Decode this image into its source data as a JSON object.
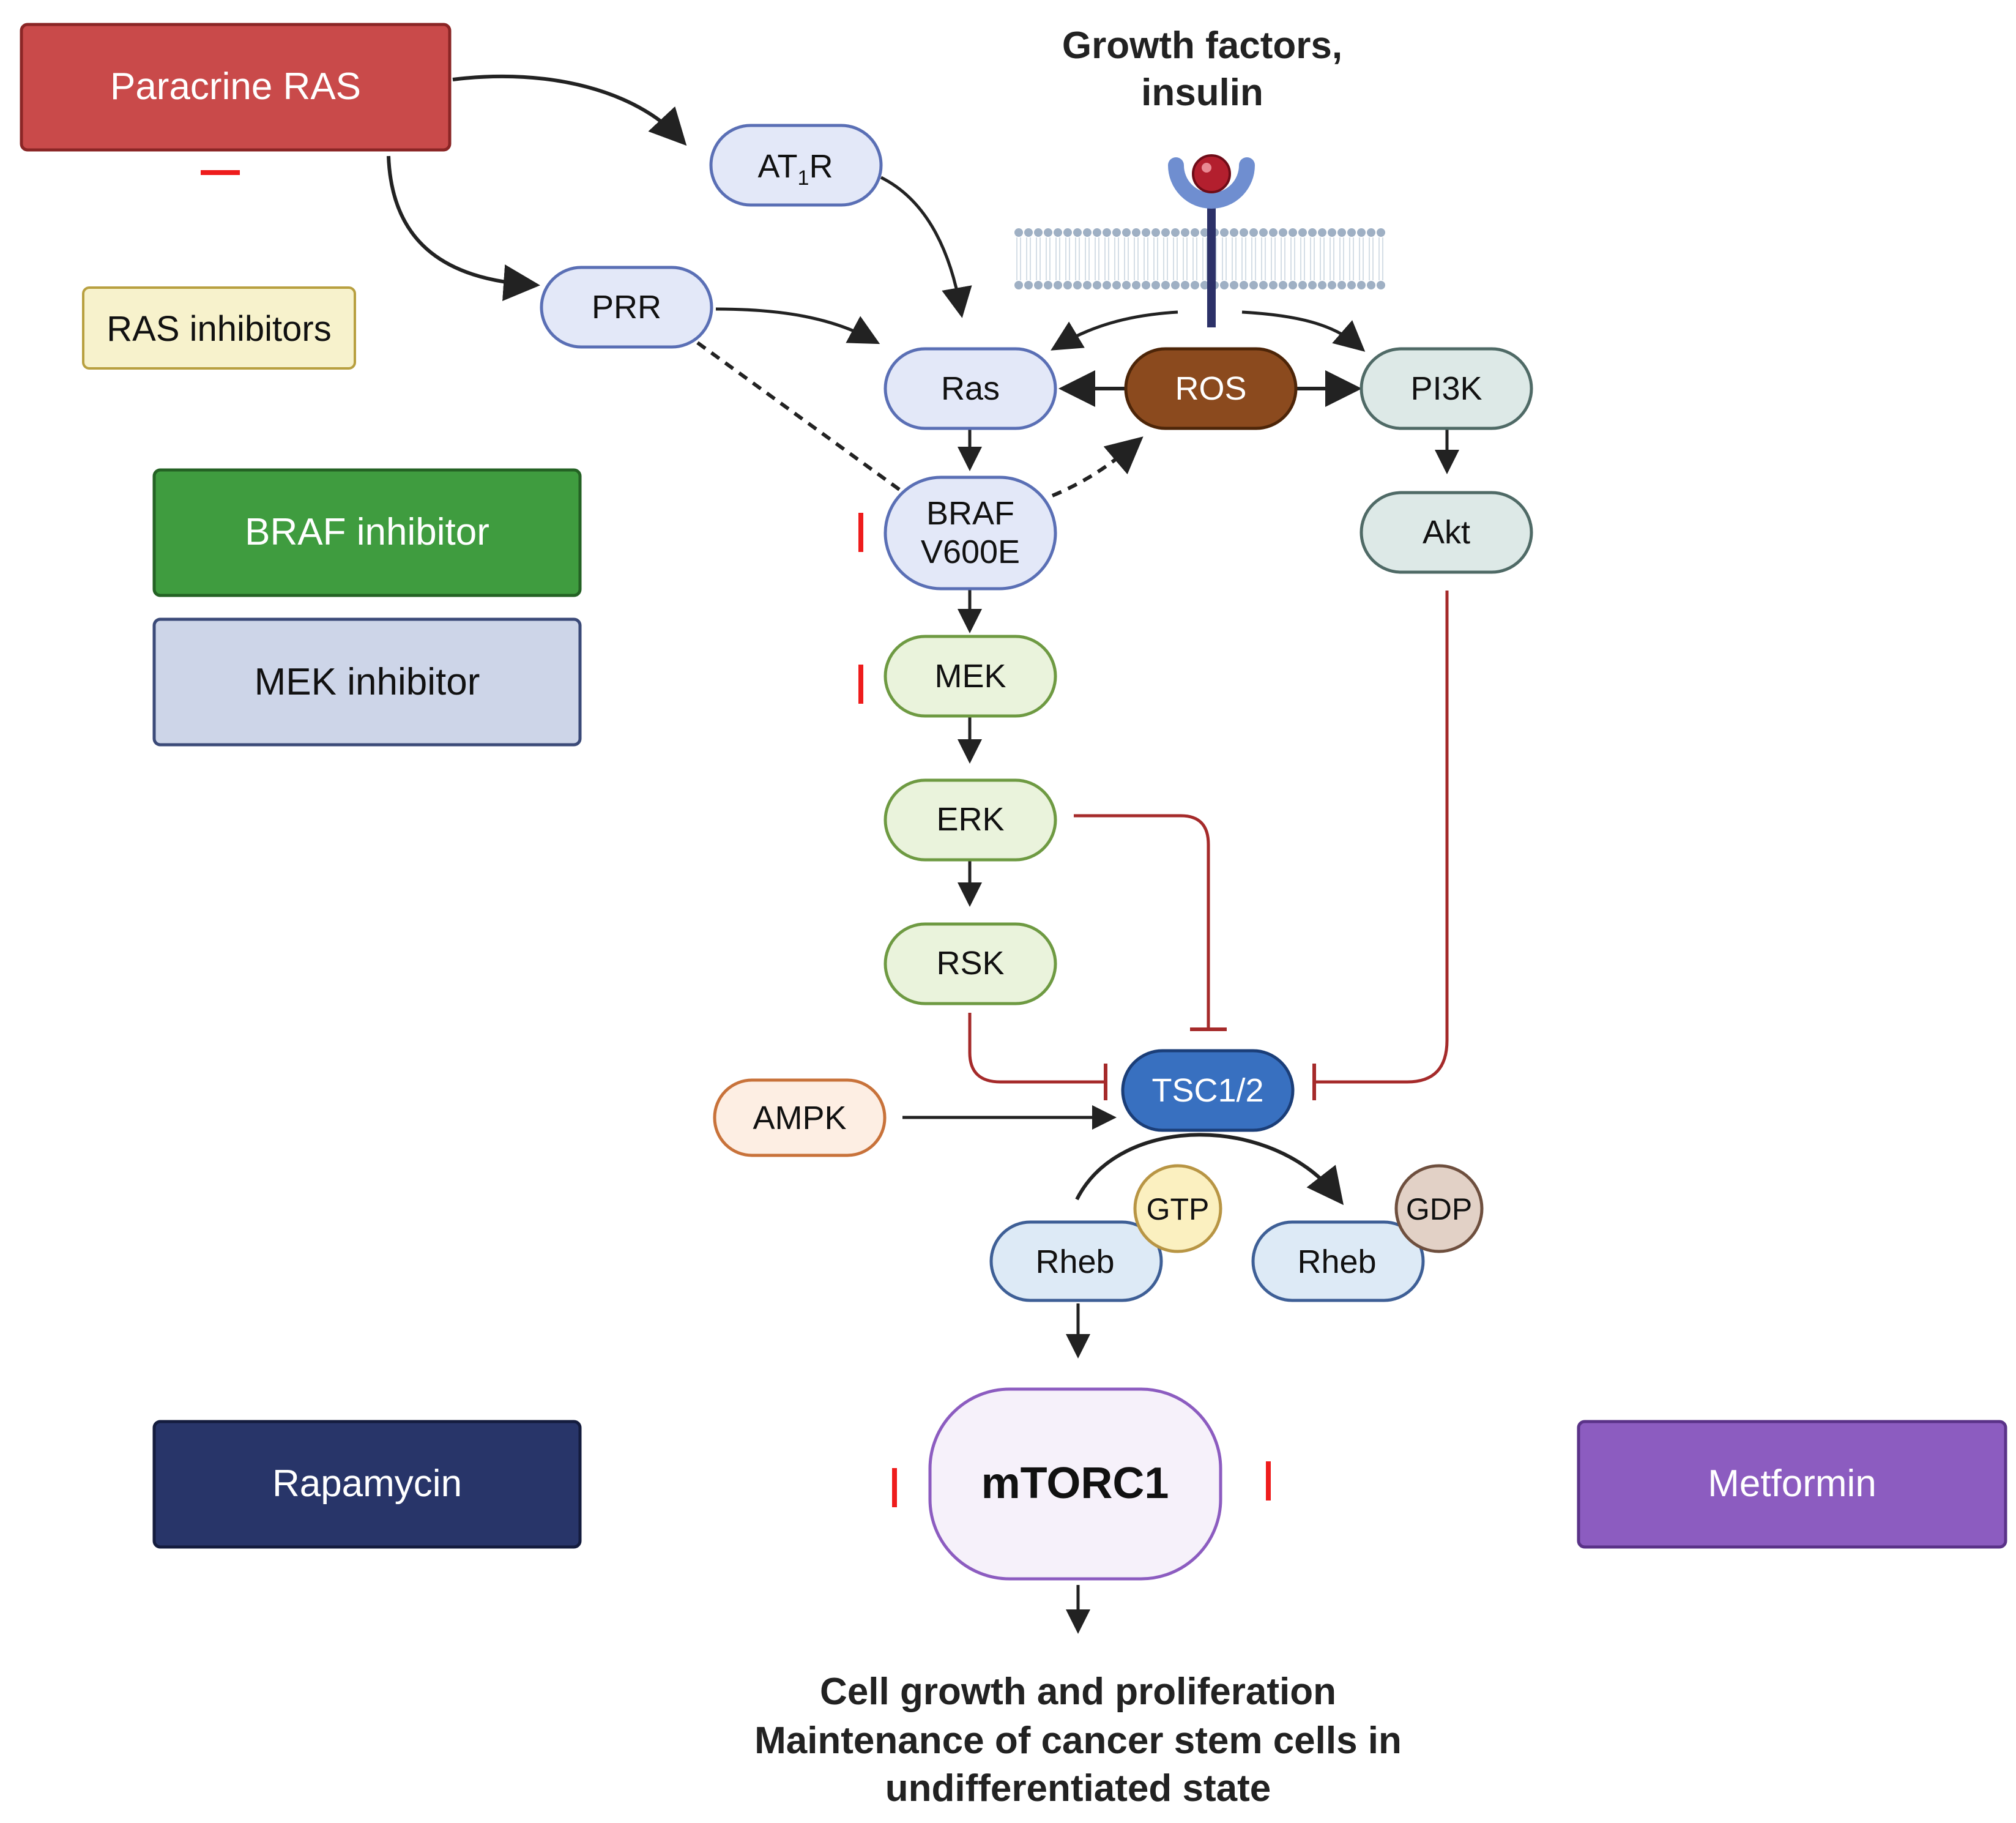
{
  "header": {
    "line1": "Growth factors,",
    "line2": "insulin"
  },
  "drugs": {
    "paracrine_ras": "Paracrine RAS",
    "ras_inhibitors": "RAS inhibitors",
    "braf_inhibitor": "BRAF inhibitor",
    "mek_inhibitor": "MEK inhibitor",
    "rapamycin": "Rapamycin",
    "metformin": "Metformin"
  },
  "nodes": {
    "at1r_main": "AT",
    "at1r_sub": "1",
    "at1r_end": "R",
    "prr": "PRR",
    "ras": "Ras",
    "ros": "ROS",
    "pi3k": "PI3K",
    "akt": "Akt",
    "braf_line1": "BRAF",
    "braf_line2": "V600E",
    "mek": "MEK",
    "erk": "ERK",
    "rsk": "RSK",
    "tsc": "TSC1/2",
    "ampk": "AMPK",
    "rheb_gtp": "Rheb",
    "gtp": "GTP",
    "rheb_gdp": "Rheb",
    "gdp": "GDP",
    "mtorc1": "mTORC1"
  },
  "outcome": {
    "line1": "Cell growth and proliferation",
    "line2": "Maintenance of cancer stem cells in",
    "line3": "undifferentiated state"
  },
  "colors": {
    "paracrine_fill": "#c94a4a",
    "ras_inhib_fill": "#f7f2cc",
    "braf_inhib_fill": "#3f9c3f",
    "mek_inhib_fill": "#cdd5e8",
    "rapamycin_fill": "#283569",
    "metformin_fill": "#8c5cc0",
    "blue_node_fill": "#e3e8f8",
    "blue_node_stroke": "#5a6fb5",
    "teal_node_fill": "#dde9e7",
    "teal_node_stroke": "#4f6a66",
    "green_node_fill": "#eaf3dc",
    "green_node_stroke": "#6e9a42",
    "ros_fill": "#8b4a1e",
    "tsc_fill": "#3870c0",
    "ampk_fill": "#fdeee3",
    "rheb_fill": "#ddeaf6",
    "gtp_fill": "#fbf0c0",
    "gdp_fill": "#e2d1c6",
    "mtorc_fill": "#f6f1fa",
    "inhibit_red": "#ee1c1c",
    "inhibit_dark_red": "#a52a2a"
  }
}
